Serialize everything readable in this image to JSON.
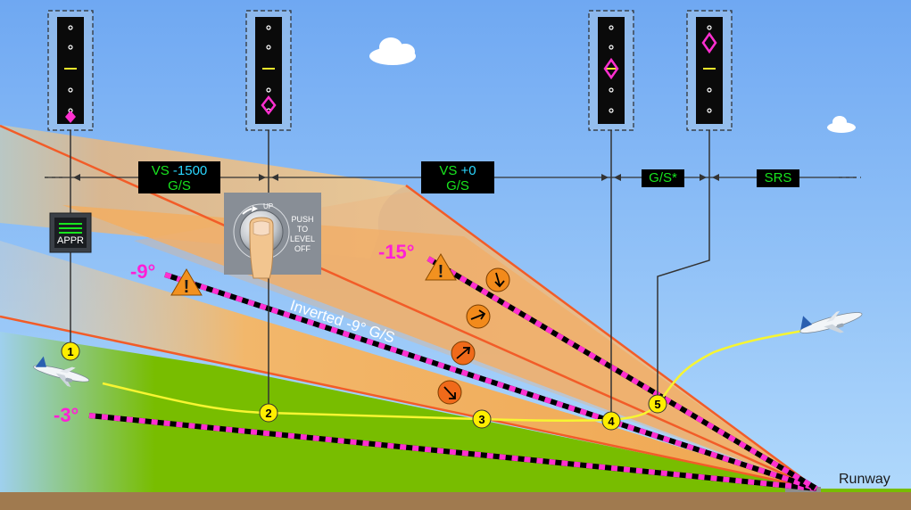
{
  "fma": {
    "box1": {
      "mode": "VS",
      "value": "-1500",
      "armed": "G/S"
    },
    "box2": {
      "mode": "VS",
      "value": "+0",
      "armed": "G/S"
    },
    "box3": {
      "label": "G/S*"
    },
    "box4": {
      "label": "SRS"
    }
  },
  "appr_button": {
    "label": "APPR"
  },
  "push_button": {
    "up_label": "UP",
    "label_lines": [
      "PUSH",
      "TO",
      "LEVEL",
      "OFF"
    ]
  },
  "angles": {
    "minus3": "-3°",
    "minus9": "-9°",
    "minus15": "-15°"
  },
  "inverted_label": "Inverted -9° G/S",
  "runway_label": "Runway",
  "steps": [
    "1",
    "2",
    "3",
    "4",
    "5"
  ],
  "colors": {
    "sky_top": "#6fa8f2",
    "sky_bottom": "#a7d3fa",
    "ground": "#78bd00",
    "soil": "#a07a4f",
    "cone_line": "#f25c28",
    "glideslope_pink": "#ff2fd0",
    "fma_green": "#18e51e",
    "fma_cyan": "#2ad7ff",
    "flight_path": "#f7f531",
    "marker_yellow": "#ffee00",
    "warning_orange": "#f2911f"
  }
}
